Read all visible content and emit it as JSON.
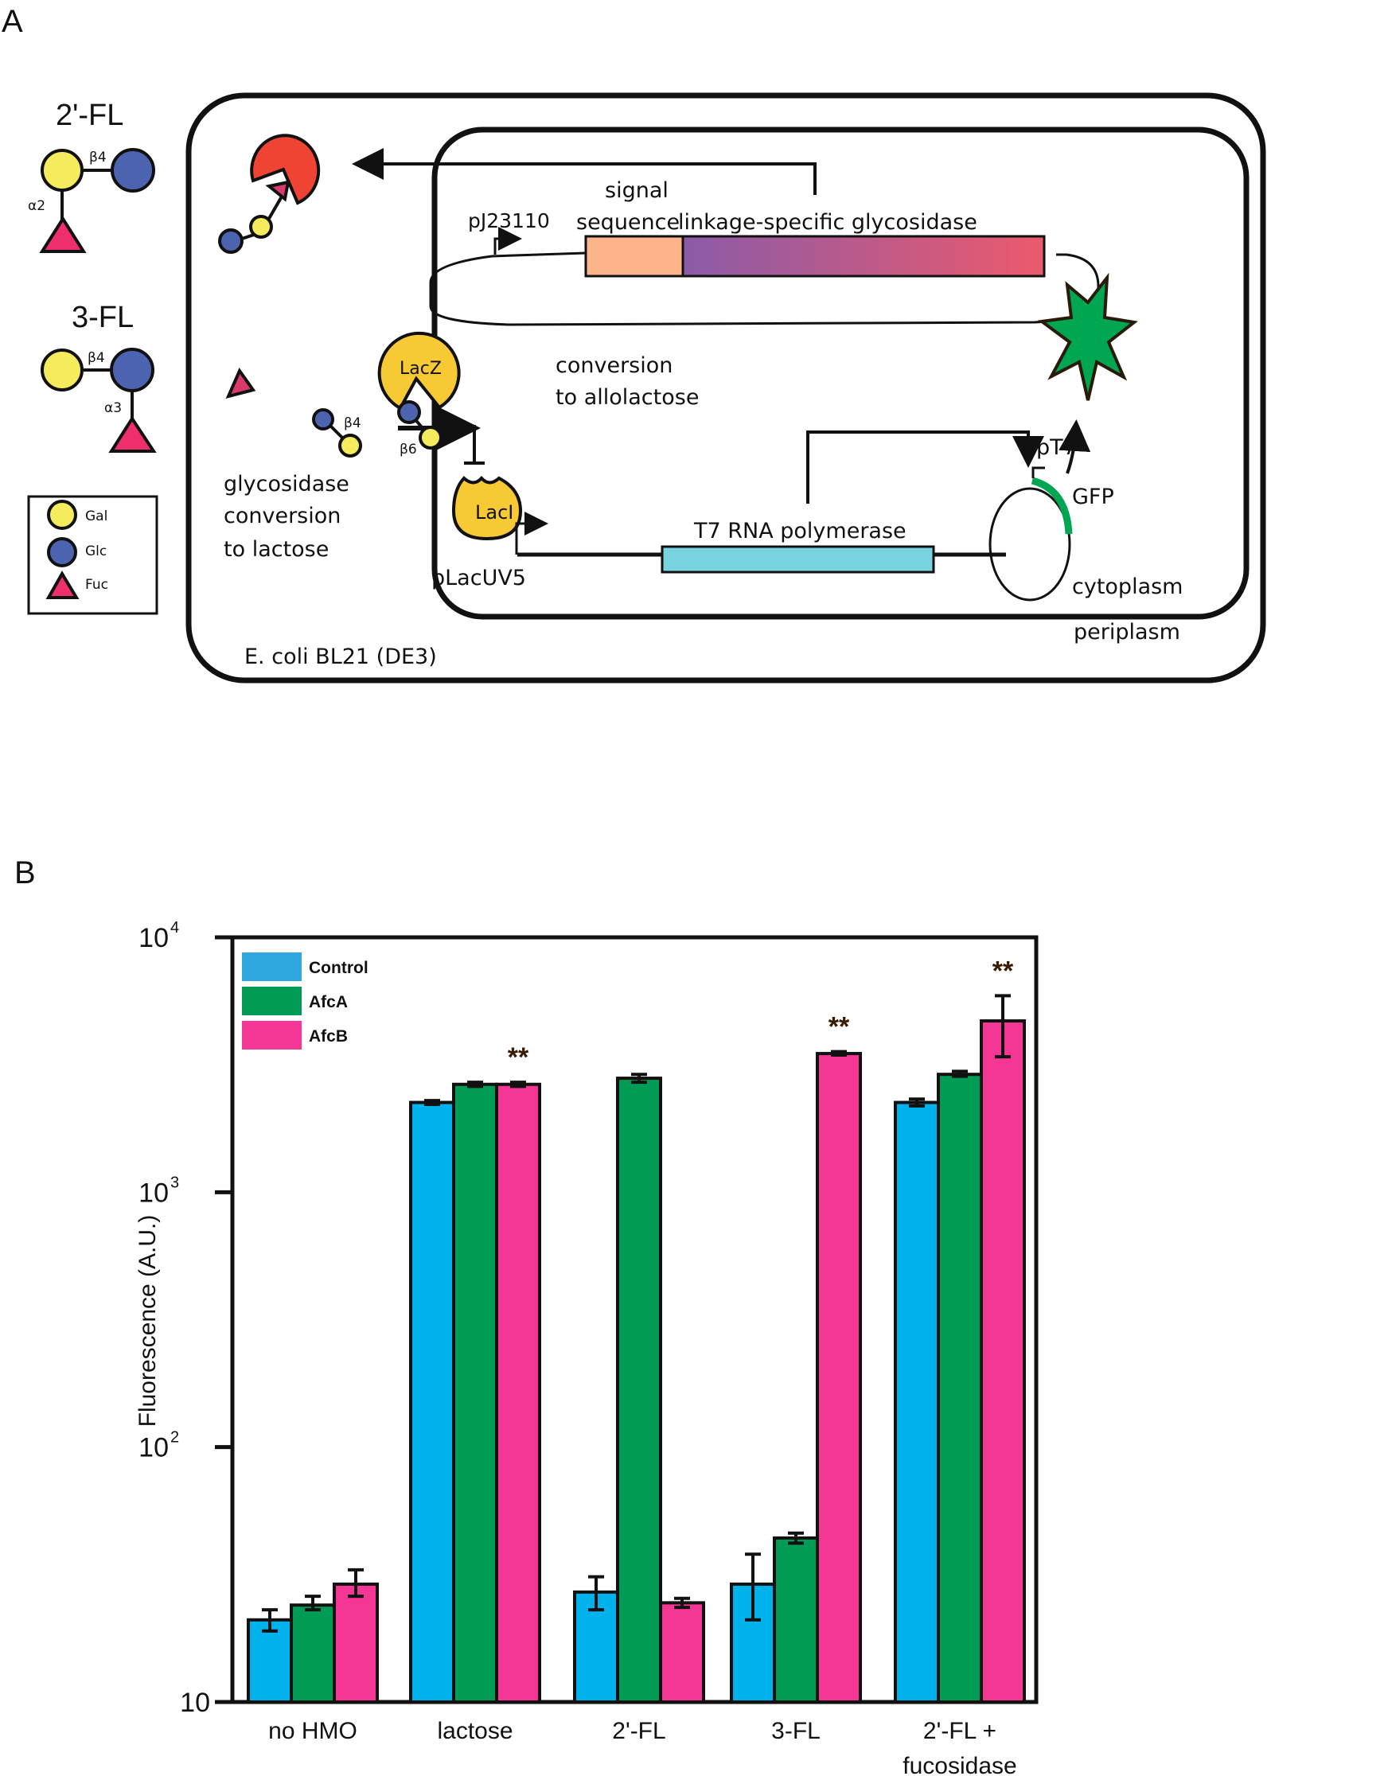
{
  "panel_a": {
    "letter": "A",
    "legend_structures": [
      {
        "name": "2'-FL",
        "linkages": [
          "β4",
          "α2"
        ]
      },
      {
        "name": "3-FL",
        "linkages": [
          "β4",
          "α3"
        ]
      }
    ],
    "monosaccharide_key": [
      {
        "label": "Gal",
        "shape": "circle",
        "color": "#f4ec5c"
      },
      {
        "label": "Glc",
        "shape": "circle",
        "color": "#4c63b0"
      },
      {
        "label": "Fuc",
        "shape": "triangle",
        "color": "#ee2f6b"
      }
    ],
    "labels": {
      "promoter_1": "pJ23110",
      "signal_1": "signal",
      "signal_2": "sequence",
      "glycosidase": "linkage-specific glycosidase",
      "lacz": "LacZ",
      "allo_1": "conversion",
      "allo_2": "to allolactose",
      "beta4": "β4",
      "beta6": "β6",
      "gly_conv_1": "glycosidase",
      "gly_conv_2": "conversion",
      "gly_conv_3": "to lactose",
      "laci": "LacI",
      "t7": "T7 RNA polymerase",
      "placuv5": "pLacUV5",
      "pt7": "pT7",
      "gfp": "GFP",
      "cytoplasm": "cytoplasm",
      "periplasm": "periplasm",
      "strain": "E. coli BL21 (DE3)"
    },
    "colors": {
      "glycosidase_enzyme": "#ef4433",
      "signal_seq": "#fdb48a",
      "glycosidase_gradient_start": "#8b5ba8",
      "glycosidase_gradient_end": "#ec5a6c",
      "lac_protein": "#f6c935",
      "t7_gene": "#78d4e0",
      "gfp": "#00a651"
    }
  },
  "panel_b": {
    "letter": "B"
  },
  "chart_data": {
    "type": "bar",
    "title": "",
    "xlabel": "",
    "ylabel": "Fluorescence (A.U.)",
    "yscale": "log",
    "ylim": [
      10,
      10000
    ],
    "yticks": [
      {
        "base": "10",
        "exp": "4",
        "value": 10000
      },
      {
        "base": "10",
        "exp": "3",
        "value": 1000
      },
      {
        "base": "10",
        "exp": "2",
        "value": 100
      },
      {
        "base": "10",
        "exp": "",
        "value": 10
      }
    ],
    "categories": [
      "no HMO",
      "lactose",
      "2'-FL",
      "3-FL",
      "2'-FL + fucosidase"
    ],
    "category_lines": [
      [
        "no HMO"
      ],
      [
        "lactose"
      ],
      [
        "2'-FL"
      ],
      [
        "3-FL"
      ],
      [
        "2'-FL +",
        "fucosidase"
      ]
    ],
    "legend_position": "top-left",
    "series": [
      {
        "name": "Control",
        "color": "#00b2ec",
        "legend_color": "#2ea6de",
        "values": [
          21,
          2250,
          27,
          29,
          2250
        ],
        "err_low": [
          19,
          2210,
          23,
          21,
          2180
        ],
        "err_high": [
          23,
          2290,
          31,
          38,
          2320
        ]
      },
      {
        "name": "AfcA",
        "color": "#009b55",
        "legend_color": "#009b55",
        "values": [
          24,
          2650,
          2800,
          44,
          2900
        ],
        "err_low": [
          23,
          2600,
          2700,
          42,
          2850
        ],
        "err_high": [
          26,
          2700,
          2900,
          46,
          2980
        ]
      },
      {
        "name": "AfcB",
        "color": "#f43695",
        "legend_color": "#f43695",
        "values": [
          29,
          2650,
          24.5,
          3500,
          4700
        ],
        "err_low": [
          26,
          2600,
          23.5,
          3450,
          3400
        ],
        "err_high": [
          33,
          2700,
          25.5,
          3560,
          5900
        ]
      }
    ],
    "annotations": [
      {
        "text": "**",
        "category": "lactose",
        "series": "AfcB"
      },
      {
        "text": "**",
        "category": "3-FL",
        "series": "AfcB"
      },
      {
        "text": "**",
        "category": "2'-FL + fucosidase",
        "series": "AfcB"
      }
    ]
  }
}
